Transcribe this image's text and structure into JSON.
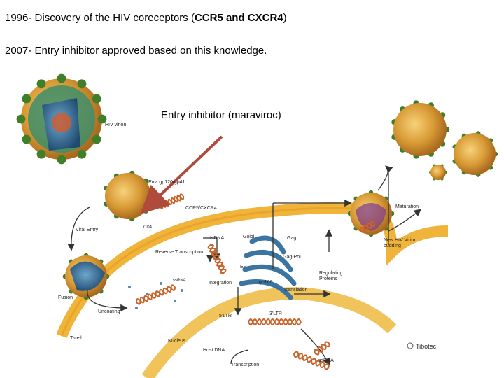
{
  "slide": {
    "line1": {
      "prefix": "1996- Discovery of the HIV coreceptors (",
      "bold": "CCR5 and CXCR4",
      "suffix": ")"
    },
    "line2": "2007- Entry inhibitor approved based on this knowledge.",
    "callout": "Entry inhibitor (maraviroc)"
  },
  "diagram": {
    "labels": {
      "hiv_virion": "HIV virion",
      "env": "Env. gp120/gp41",
      "coreceptor": "CCR5/CXCR4",
      "cd4": "CD4",
      "viral_entry": "Viral Entry",
      "fusion": "Fusion",
      "uncoating": "Uncoating",
      "tcell": "T-cell",
      "ssrna_left": "ssRNA",
      "dsdna": "dsDNA",
      "reverse_transcription": "Reverse Transcription",
      "integration": "Integration",
      "golgi": "Golgi",
      "er": "ER",
      "gp160": "gp160",
      "gag": "Gag",
      "gag_pol": "Gag-Pol",
      "translation": "Translation",
      "regulating_proteins": "Regulating\nProteins",
      "maturation": "Maturation",
      "budding": "New HIV Virion\nbudding",
      "ltr5": "5'LTR",
      "ltr3": "3'LTR",
      "nucleus": "Nucleus",
      "host_dna": "Host DNA",
      "transcription": "Transcription",
      "ssrna_right": "ssRNA",
      "logo": "Tibotec"
    },
    "colors": {
      "membrane": "#f1b43a",
      "virion_body": "#c9932e",
      "virion_spike": "#3f7f2a",
      "capsid": "#2c5f8a",
      "arrow": "#b04a3c",
      "rna": "#c8632a"
    }
  }
}
